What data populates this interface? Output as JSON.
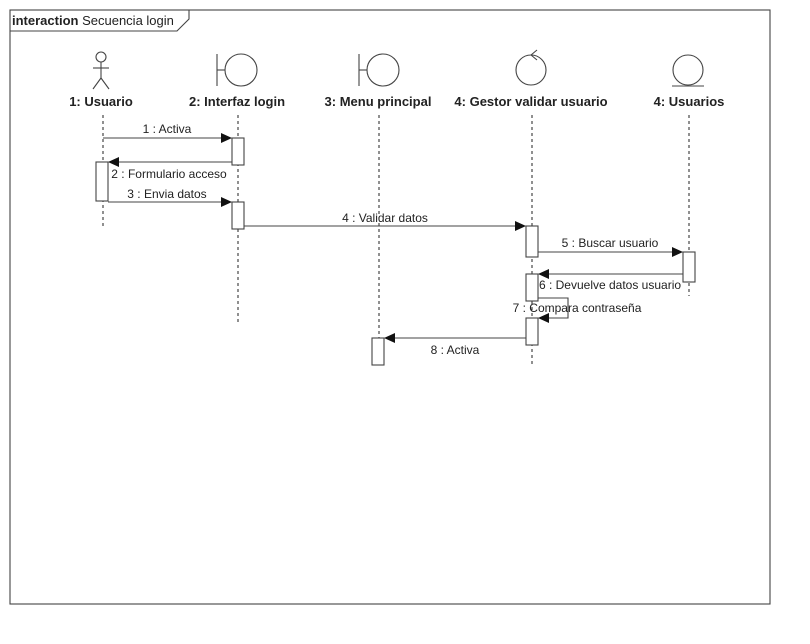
{
  "frame": {
    "keyword": "interaction",
    "title": "Secuencia login"
  },
  "lifelines": [
    {
      "id": "usuario",
      "label": "1: Usuario",
      "icon": "actor-icon"
    },
    {
      "id": "interfaz",
      "label": "2: Interfaz login",
      "icon": "boundary-icon"
    },
    {
      "id": "menu",
      "label": "3: Menu principal",
      "icon": "boundary-icon"
    },
    {
      "id": "gestor",
      "label": "4: Gestor validar  usuario",
      "icon": "control-icon"
    },
    {
      "id": "usuarios",
      "label": "4: Usuarios",
      "icon": "entity-icon"
    }
  ],
  "messages": [
    {
      "label": "1 : Activa"
    },
    {
      "label": "2 : Formulario acceso"
    },
    {
      "label": "3 : Envia datos"
    },
    {
      "label": "4 : Validar datos"
    },
    {
      "label": "5 : Buscar usuario"
    },
    {
      "label": "6 : Devuelve datos usuario"
    },
    {
      "label": "7 : Compara contraseña"
    },
    {
      "label": "8 : Activa"
    }
  ]
}
